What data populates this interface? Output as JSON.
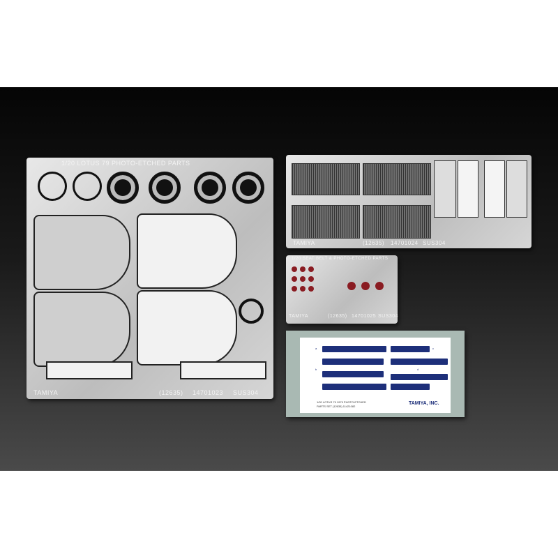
{
  "main_sheet": {
    "title": "1/20 LOTUS 79 PHOTO-ETCHED PARTS",
    "brand": "TAMIYA",
    "code": "(12635)",
    "part_no": "14701023",
    "material": "SUS304"
  },
  "grille_sheet": {
    "brand": "TAMIYA",
    "code": "(12635)",
    "part_no": "14701024",
    "material": "SUS304"
  },
  "belt_sheet": {
    "title": "1/20 SEAT BELT & PHOTO-ETCHED PARTS",
    "brand": "TAMIYA",
    "code": "(12635)",
    "part_no": "14701025",
    "material": "SUS304"
  },
  "decal": {
    "text_line1": "1/20 LOTUS 79 1979 PHOTO-ETCHED",
    "text_line2": "PARTS SET (12635) 11421082",
    "brand": "TAMIYA, INC.",
    "markers": [
      "a",
      "b",
      "c",
      "d"
    ],
    "strip_color": "#1d2f7a"
  }
}
